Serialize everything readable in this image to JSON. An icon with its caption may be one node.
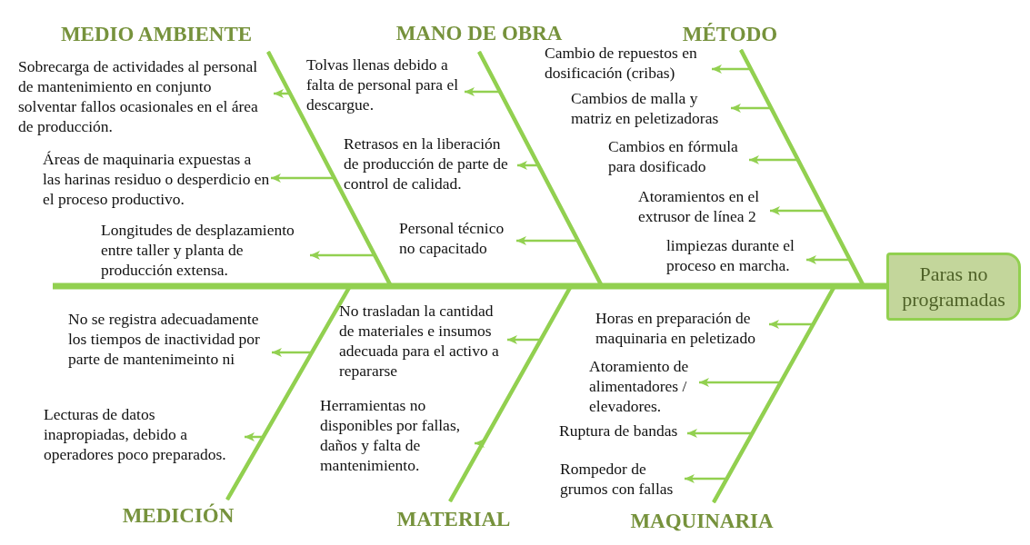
{
  "diagram": {
    "nodes": [
      {
        "text": [
          "MEDIO AMBIENTE"
        ]
      },
      {
        "text": [
          "Sobrecarga de actividades al personal de mantenimiento en conjunto solventar fallos ocasionales en el área de producción."
        ]
      },
      {
        "text": [
          "Áreas de maquinaria expuestas a las harinas residuo o desperdicio en el proceso productivo."
        ]
      },
      {
        "text": [
          "Longitudes de desplazamiento entre taller y planta de producción extensa."
        ]
      },
      {
        "text": [
          "MANO DE OBRA"
        ]
      },
      {
        "text": [
          "Tolvas llenas debido a falta de personal para el descargue."
        ]
      },
      {
        "text": [
          "Retrasos en la liberación de producción de parte de control de calidad."
        ]
      },
      {
        "text": [
          "Personal técnico no capacitado"
        ]
      },
      {
        "text": [
          "MÉTODO"
        ]
      },
      {
        "text": [
          "Cambio de repuestos en dosificación (cribas)"
        ]
      },
      {
        "text": [
          "Cambios de malla y matriz en peletizadoras"
        ]
      },
      {
        "text": [
          "Cambios en fórmula para dosificado"
        ]
      },
      {
        "text": [
          "Atoramientos en el extrusor de línea 2"
        ]
      },
      {
        "text": [
          "limpiezas durante el proceso en marcha."
        ]
      },
      {
        "text": [
          "MEDICIÓN"
        ]
      },
      {
        "text": [
          "No se registra adecuadamente los tiempos de inactividad por parte de mantenimeinto ni"
        ]
      },
      {
        "text": [
          "Lecturas de datos inapropiadas, debido a operadores poco preparados."
        ]
      },
      {
        "text": [
          "MATERIAL"
        ]
      },
      {
        "text": [
          "No trasladan la cantidad de materiales e insumos adecuada para el activo a repararse"
        ]
      },
      {
        "text": [
          "Herramientas no disponibles por fallas, daños y falta de mantenimiento."
        ]
      },
      {
        "text": [
          "MAQUINARIA"
        ]
      },
      {
        "text": [
          "Horas en preparación de maquinaria en peletizado"
        ]
      },
      {
        "text": [
          "Atoramiento de alimentadores / elevadores."
        ]
      },
      {
        "text": [
          "Ruptura de bandas"
        ]
      },
      {
        "text": [
          "Rompedor de grumos con fallas"
        ]
      },
      {
        "text": [
          "Paras no programadas"
        ]
      }
    ],
    "edges": [
      {
        "from": 0,
        "to": 25,
        "arrow": "none",
        "style": "thick"
      },
      {
        "from": 4,
        "to": 25,
        "arrow": "none",
        "style": "thick"
      },
      {
        "from": 8,
        "to": 25,
        "arrow": "none",
        "style": "thick"
      },
      {
        "from": 14,
        "to": 25,
        "arrow": "none",
        "style": "thick"
      },
      {
        "from": 17,
        "to": 25,
        "arrow": "none",
        "style": "thick"
      },
      {
        "from": 20,
        "to": 25,
        "arrow": "none",
        "style": "thick"
      },
      {
        "from": 0,
        "to": 1,
        "arrow": "to"
      },
      {
        "from": 0,
        "to": 2,
        "arrow": "to"
      },
      {
        "from": 0,
        "to": 3,
        "arrow": "to"
      },
      {
        "from": 4,
        "to": 5,
        "arrow": "to"
      },
      {
        "from": 4,
        "to": 6,
        "arrow": "to"
      },
      {
        "from": 4,
        "to": 7,
        "arrow": "to"
      },
      {
        "from": 8,
        "to": 9,
        "arrow": "to"
      },
      {
        "from": 8,
        "to": 10,
        "arrow": "to"
      },
      {
        "from": 8,
        "to": 11,
        "arrow": "to"
      },
      {
        "from": 8,
        "to": 12,
        "arrow": "to"
      },
      {
        "from": 8,
        "to": 13,
        "arrow": "to"
      },
      {
        "from": 14,
        "to": 15,
        "arrow": "to"
      },
      {
        "from": 14,
        "to": 16,
        "arrow": "to"
      },
      {
        "from": 17,
        "to": 18,
        "arrow": "to"
      },
      {
        "from": 17,
        "to": 19,
        "arrow": "to"
      },
      {
        "from": 20,
        "to": 21,
        "arrow": "to"
      },
      {
        "from": 20,
        "to": 22,
        "arrow": "to"
      },
      {
        "from": 20,
        "to": 23,
        "arrow": "to"
      },
      {
        "from": 20,
        "to": 24,
        "arrow": "to"
      }
    ]
  }
}
